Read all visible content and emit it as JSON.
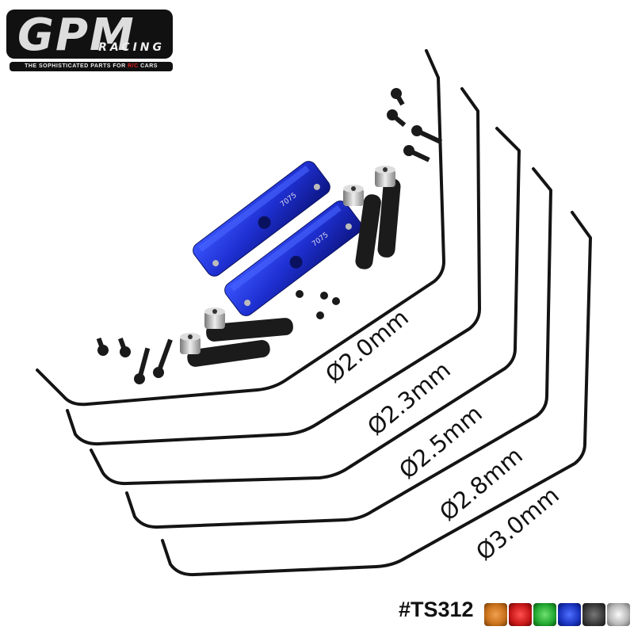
{
  "brand": {
    "logo_text": "GPM",
    "logo_sub": "RACING",
    "tagline_pre": "THE SOPHISTICATED PARTS FOR ",
    "tagline_rc": "R/C",
    "tagline_post": " CARS"
  },
  "parts": {
    "mount_marking": "7075",
    "sway_bars": [
      {
        "label": "Ø2.0mm"
      },
      {
        "label": "Ø2.3mm"
      },
      {
        "label": "Ø2.5mm"
      },
      {
        "label": "Ø2.8mm"
      },
      {
        "label": "Ø3.0mm"
      }
    ]
  },
  "product": {
    "part_number": "#TS312",
    "color_options": [
      {
        "name": "orange",
        "color": "#c8701a"
      },
      {
        "name": "red",
        "color": "#c81818"
      },
      {
        "name": "green",
        "color": "#22a830"
      },
      {
        "name": "blue",
        "color": "#1a35c0"
      },
      {
        "name": "black",
        "color": "#3a3a3a"
      },
      {
        "name": "silver",
        "color": "#b8b8b8"
      }
    ]
  },
  "colors": {
    "anodized_blue": "#1e2fd0",
    "bar_black": "#141414"
  }
}
